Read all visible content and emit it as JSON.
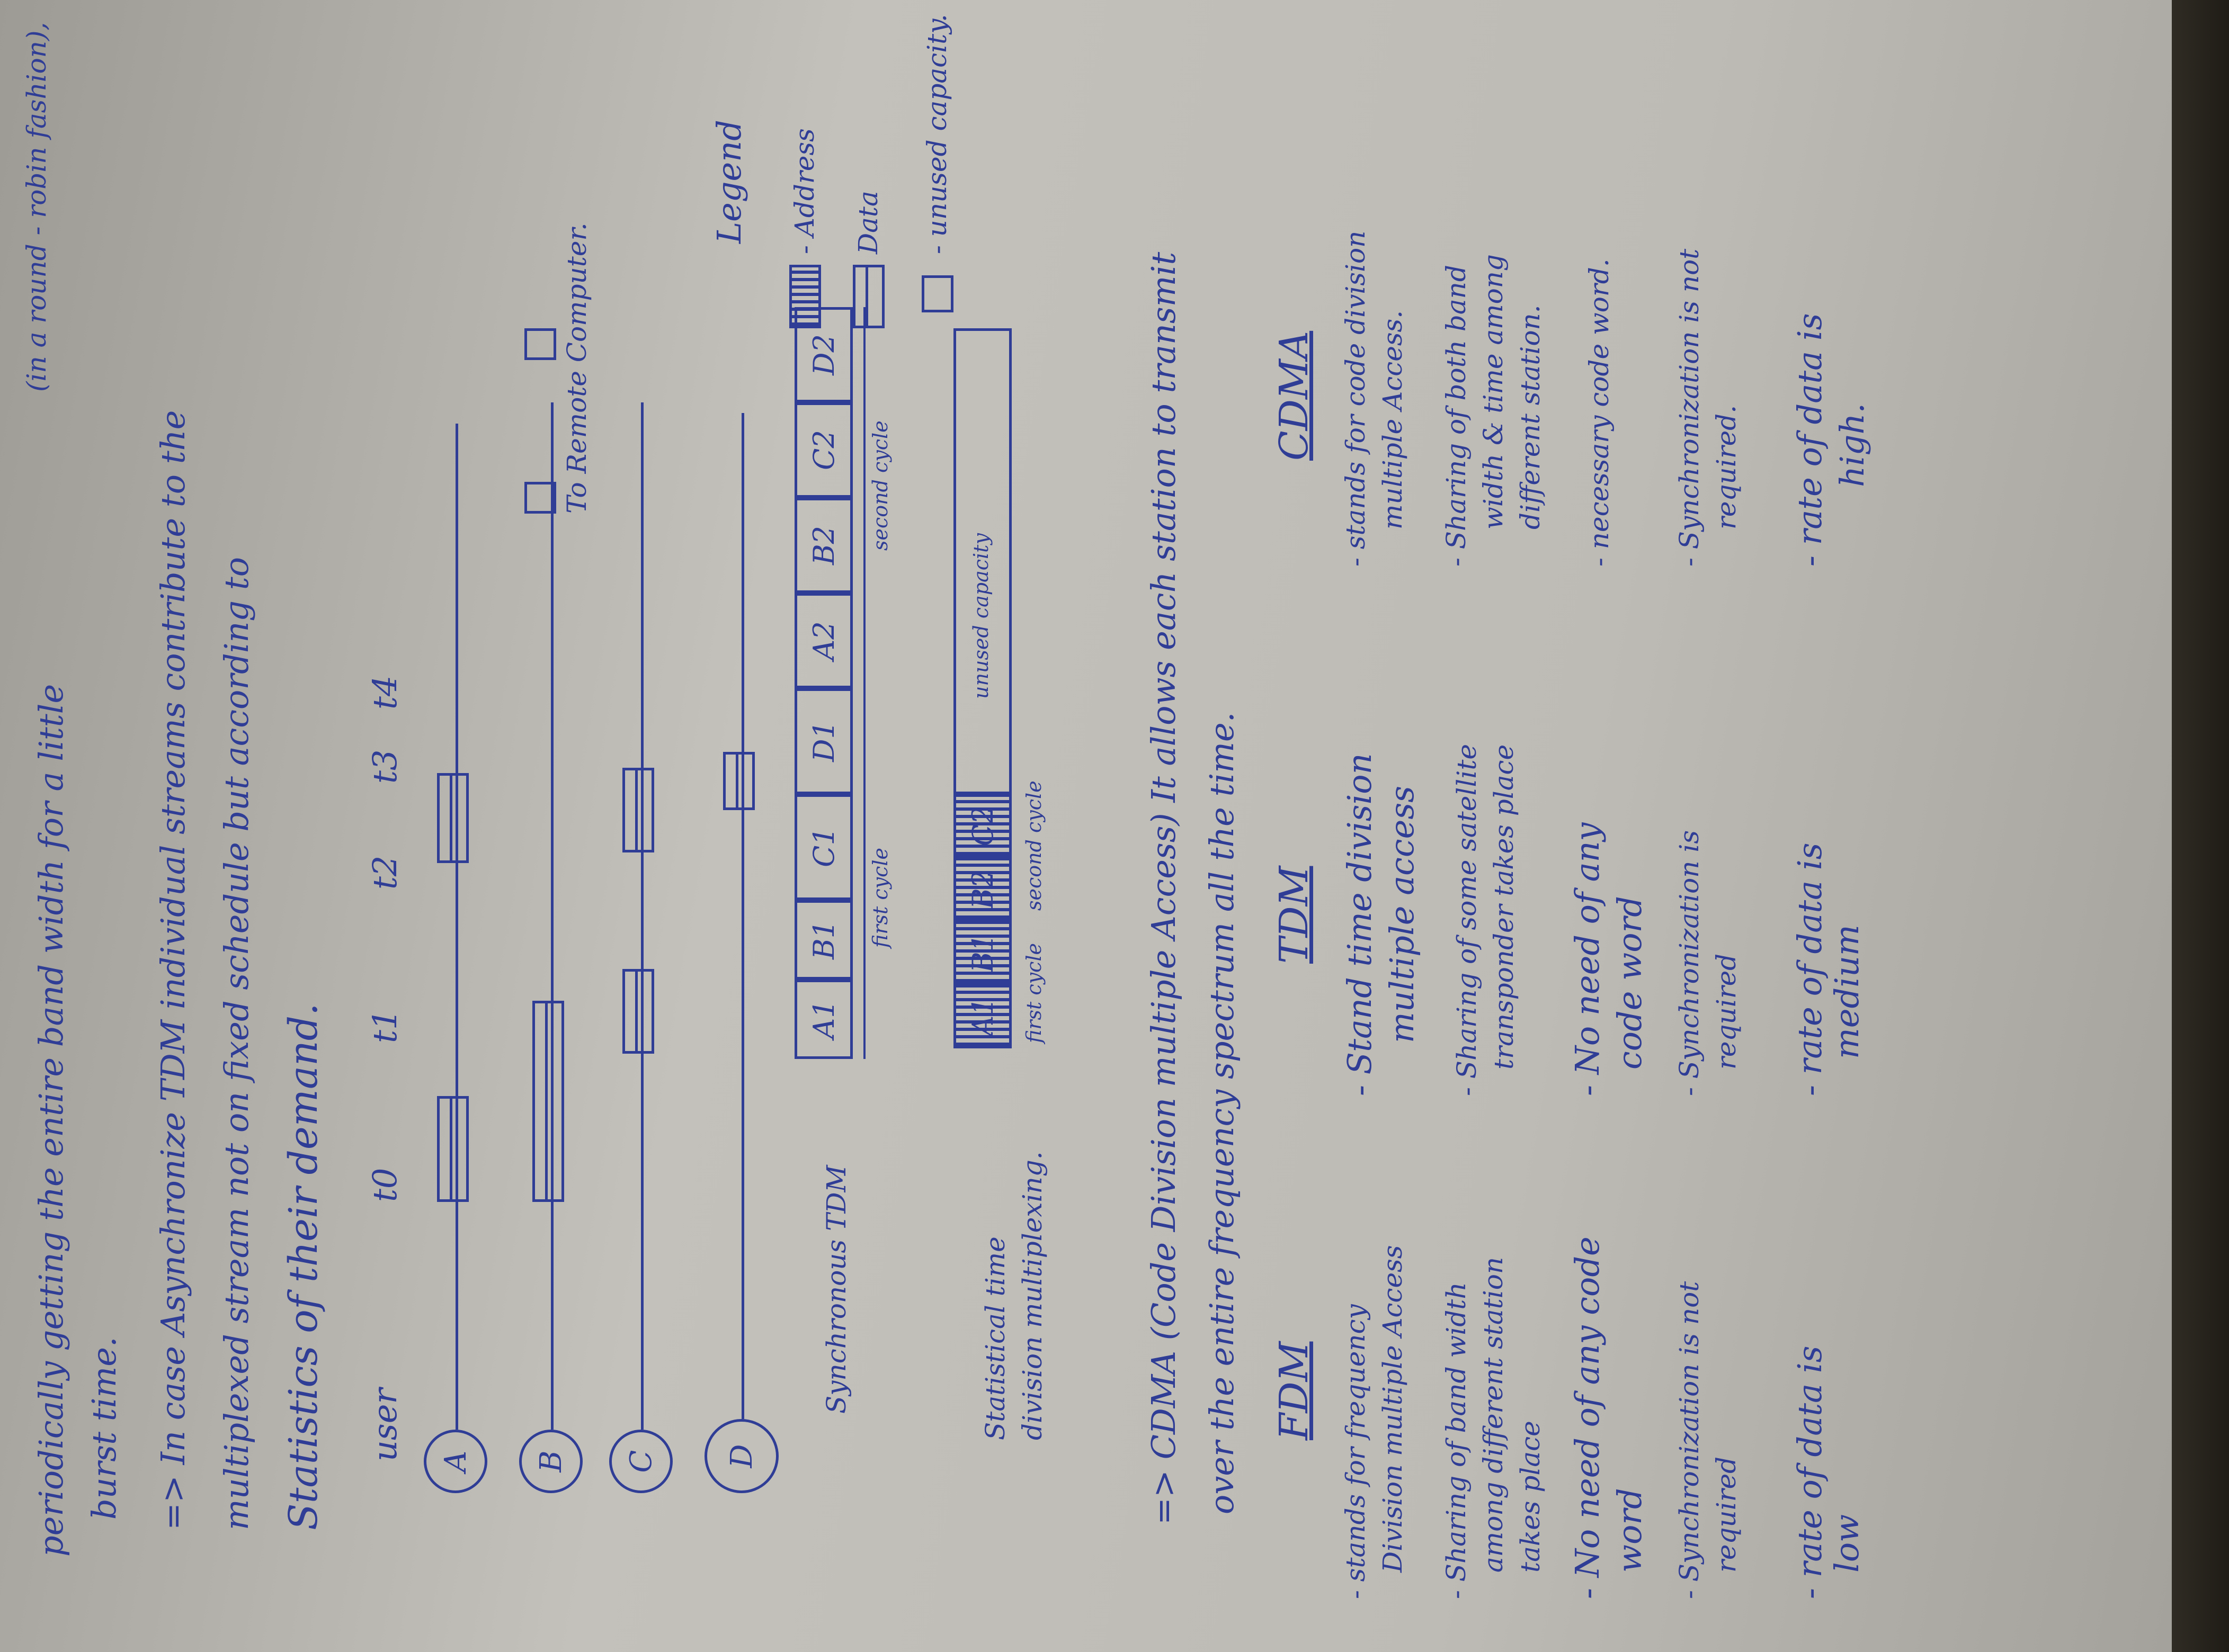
{
  "notes": {
    "top": {
      "l1": "periodically getting the entire band width for a little",
      "l1_tail": "(in a round - robin fashion),",
      "l2": "burst time.",
      "l3": "=> In case Asynchronize TDM individual streams contribute to the",
      "l4": "multiplexed stream not on fixed schedule but according to",
      "l5": "Statistics of their demand."
    },
    "diagram": {
      "user_label": "user",
      "times": [
        "t0",
        "t1",
        "t2",
        "t3",
        "t4"
      ],
      "users": [
        "A",
        "B",
        "C",
        "D"
      ],
      "remote_label": "To Remote Computer.",
      "sync_label": "Synchronous TDM",
      "sync_cells": [
        "A1",
        "B1",
        "C1",
        "D1",
        "A2",
        "B2",
        "C2",
        "D2"
      ],
      "first_cycle": "first cycle",
      "second_cycle": "second cycle",
      "stat_label_1": "Statistical time",
      "stat_label_2": "division multiplexing.",
      "stat_cells": [
        "A1",
        "B1",
        "B2",
        "C2"
      ],
      "stat_first_cycle": "first cycle",
      "stat_second_cycle": "second cycle",
      "unused_capacity": "unused capacity",
      "legend_title": "Legend",
      "legend_address": "- Address",
      "legend_data": "Data",
      "legend_unused": "- unused capacity."
    },
    "cdma": {
      "l1": "=> CDMA (Code Division multiple Access) It allows each station to transmit",
      "l2": "over the entire frequency spectrum all the time."
    },
    "fdm": {
      "title": "FDM",
      "items": [
        "- stands for frequency",
        "Division multiple Access",
        "- Sharing of band width",
        "among different station",
        "takes place",
        "- No need of any code",
        "word",
        "- Synchronization is not",
        "required",
        "- rate of data is",
        "low"
      ]
    },
    "tdm": {
      "title": "TDM",
      "items": [
        "- Stand time division",
        "multiple access",
        "- Sharing of some satellite",
        "transponder takes place",
        "- No need of any",
        "code word",
        "- Synchronization is",
        "required",
        "- rate of data is",
        "medium"
      ]
    },
    "cdma_col": {
      "title": "CDMA",
      "items": [
        "- stands for code division",
        "multiple Access.",
        "- Sharing of both band",
        "width & time among",
        "different station.",
        "- necessary code word.",
        "- Synchronization is not",
        "required.",
        "- rate of data is",
        "high."
      ]
    }
  }
}
